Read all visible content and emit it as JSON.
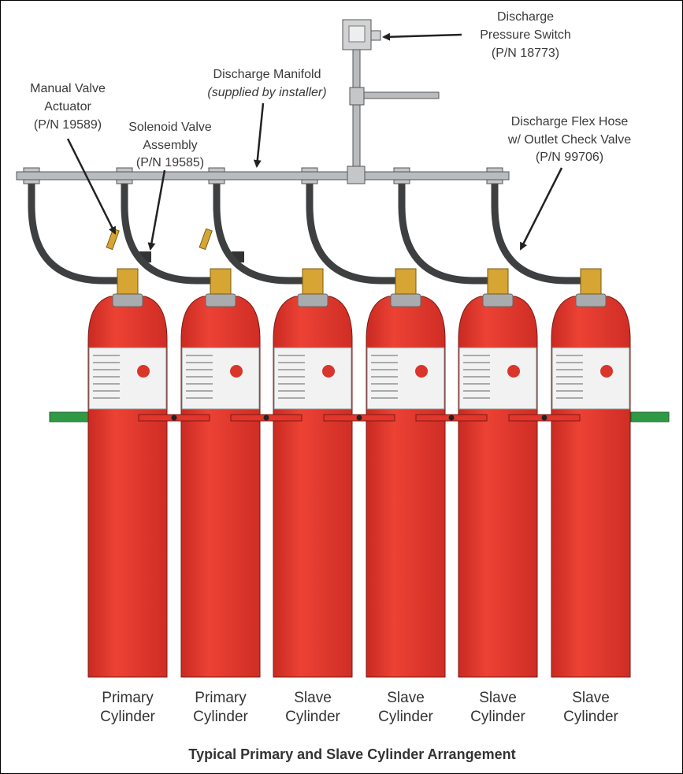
{
  "callouts": {
    "pressure_switch": [
      "Discharge",
      "Pressure Switch",
      "(P/N 18773)"
    ],
    "manifold": [
      "Discharge Manifold",
      "(supplied by installer)"
    ],
    "manual_actuator": [
      "Manual Valve",
      "Actuator",
      "(P/N 19589)"
    ],
    "solenoid": [
      "Solenoid Valve",
      "Assembly",
      "(P/N 19585)"
    ],
    "flex_hose": [
      "Discharge Flex Hose",
      "w/ Outlet Check Valve",
      "(P/N 99706)"
    ]
  },
  "cylinders": [
    {
      "line1": "Primary",
      "line2": "Cylinder",
      "type": "primary"
    },
    {
      "line1": "Primary",
      "line2": "Cylinder",
      "type": "primary"
    },
    {
      "line1": "Slave",
      "line2": "Cylinder",
      "type": "slave"
    },
    {
      "line1": "Slave",
      "line2": "Cylinder",
      "type": "slave"
    },
    {
      "line1": "Slave",
      "line2": "Cylinder",
      "type": "slave"
    },
    {
      "line1": "Slave",
      "line2": "Cylinder",
      "type": "slave"
    }
  ],
  "caption": "Typical Primary and Slave Cylinder Arrangement",
  "colors": {
    "cylinder": "#e2362c",
    "pipe": "#b9bcbf",
    "hose": "#3d3f41",
    "brass": "#d6a534",
    "rail": "#2f9a45"
  }
}
